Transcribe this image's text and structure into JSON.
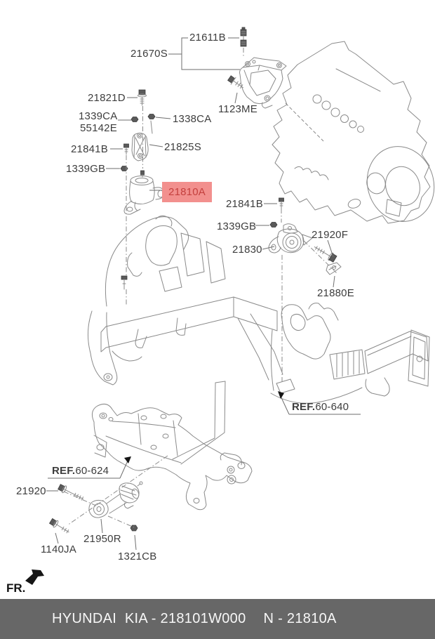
{
  "parts": {
    "p21611b": "21611B",
    "p21670s": "21670S",
    "p21821d": "21821D",
    "p1339ca": "1339CA",
    "p55142e": "55142E",
    "p1338ca": "1338CA",
    "p21841b": "21841B",
    "p21825s": "21825S",
    "p1339gb": "1339GB",
    "p1123me": "1123ME",
    "p21920f": "21920F",
    "p21830": "21830",
    "p21880e": "21880E",
    "p21920": "21920",
    "p21950r": "21950R",
    "p1140ja": "1140JA",
    "p1321cb": "1321CB"
  },
  "highlight": {
    "label": "21810A",
    "bg": "#F2908E",
    "fg": "#C4403E"
  },
  "refs": {
    "r640": {
      "prefix": "REF.",
      "code": "60-640"
    },
    "r624": {
      "prefix": "REF.",
      "code": "60-624"
    }
  },
  "fr_label": "FR.",
  "footer": {
    "left": "HYUNDAI  KIA - 218101W000",
    "right": "N - 21810A",
    "bg": "#676767",
    "fg": "#F7F7F7"
  }
}
